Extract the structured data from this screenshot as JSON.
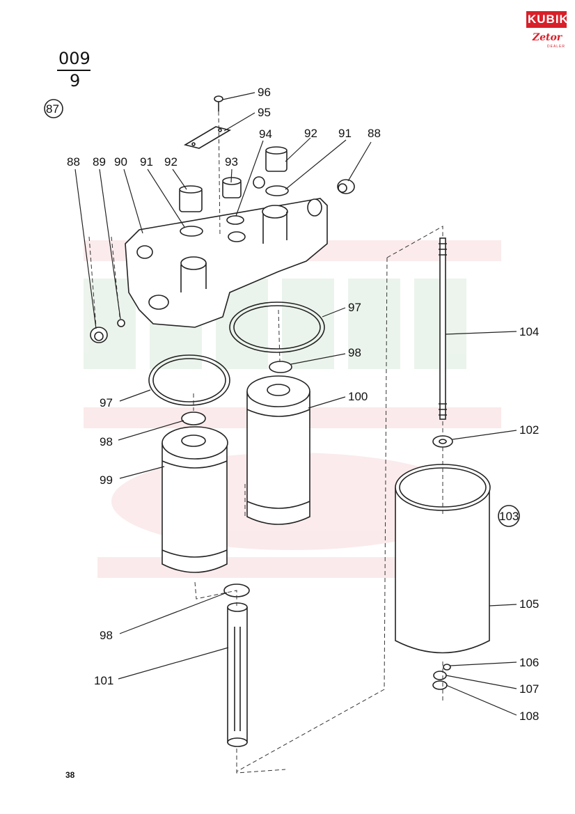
{
  "header": {
    "figure_number": "009",
    "figure_sub": "9",
    "page_number": "38"
  },
  "logo": {
    "brand": "KUBIK",
    "subbrand": "Zetor",
    "tagline": "DEALER"
  },
  "watermark": {
    "text": "DEALER"
  },
  "callouts": [
    {
      "id": "c96",
      "text": "96"
    },
    {
      "id": "c95",
      "text": "95"
    },
    {
      "id": "c94",
      "text": "94"
    },
    {
      "id": "c92a",
      "text": "92"
    },
    {
      "id": "c91a",
      "text": "91"
    },
    {
      "id": "c88a",
      "text": "88"
    },
    {
      "id": "c88b",
      "text": "88"
    },
    {
      "id": "c89",
      "text": "89"
    },
    {
      "id": "c90",
      "text": "90"
    },
    {
      "id": "c91b",
      "text": "91"
    },
    {
      "id": "c92b",
      "text": "92"
    },
    {
      "id": "c93",
      "text": "93"
    },
    {
      "id": "c97a",
      "text": "97"
    },
    {
      "id": "c98a",
      "text": "98"
    },
    {
      "id": "c100",
      "text": "100"
    },
    {
      "id": "c97b",
      "text": "97"
    },
    {
      "id": "c98b",
      "text": "98"
    },
    {
      "id": "c99",
      "text": "99"
    },
    {
      "id": "c104",
      "text": "104"
    },
    {
      "id": "c102",
      "text": "102"
    },
    {
      "id": "c103",
      "text": "103"
    },
    {
      "id": "c105",
      "text": "105"
    },
    {
      "id": "c98c",
      "text": "98"
    },
    {
      "id": "c101",
      "text": "101"
    },
    {
      "id": "c106",
      "text": "106"
    },
    {
      "id": "c107",
      "text": "107"
    },
    {
      "id": "c108",
      "text": "108"
    },
    {
      "id": "c87",
      "text": "87"
    }
  ]
}
